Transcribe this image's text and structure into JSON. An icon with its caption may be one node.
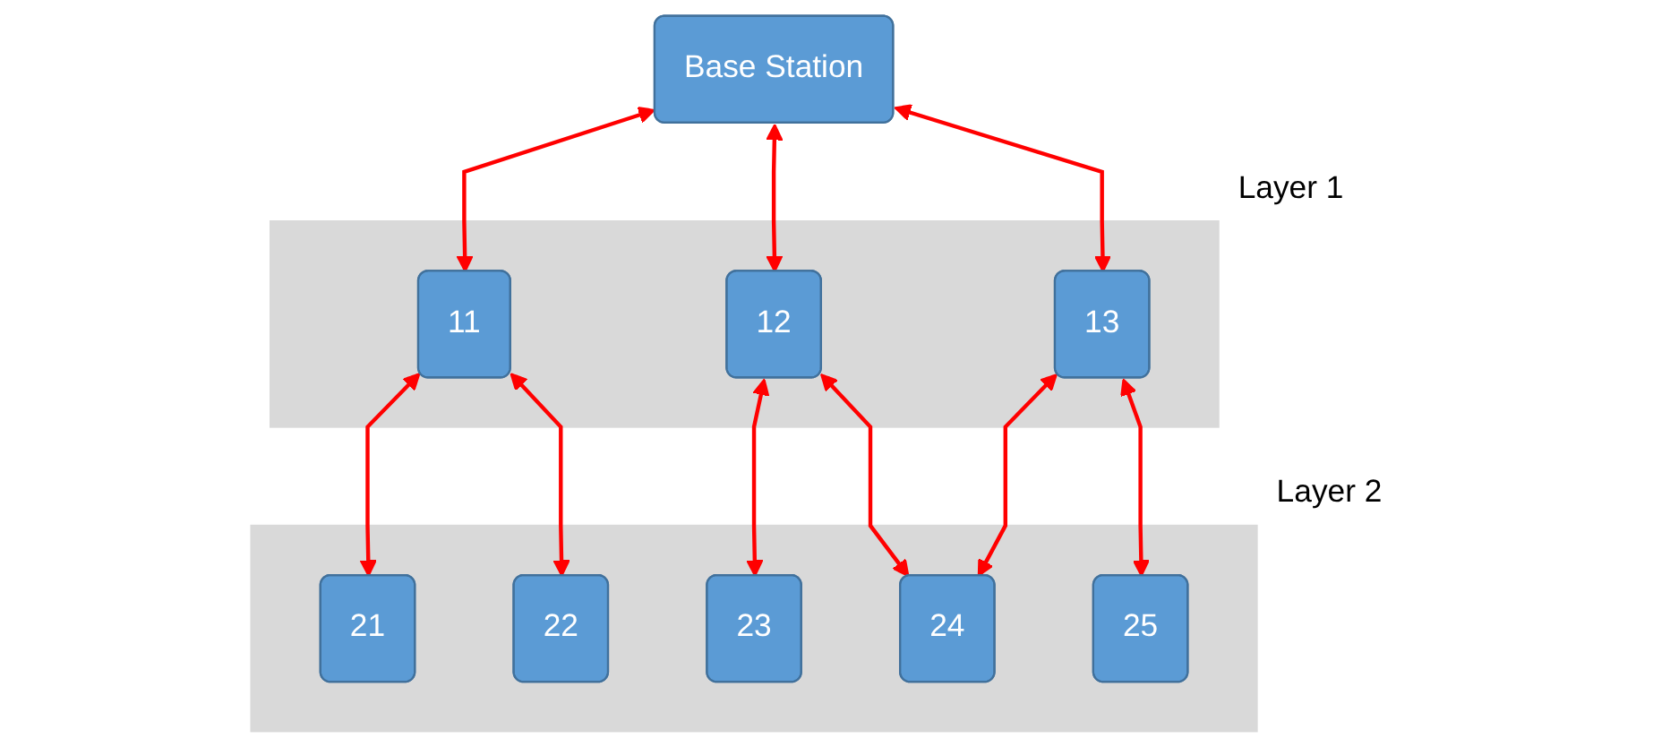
{
  "diagram": {
    "nodes": [
      {
        "text": [
          "Base Station"
        ]
      },
      {
        "text": [
          "Layer 1"
        ]
      },
      {
        "text": [
          "11"
        ],
        "in": 1
      },
      {
        "text": [
          "12"
        ],
        "in": 1
      },
      {
        "text": [
          "13"
        ],
        "in": 1
      },
      {
        "text": [
          "Layer 2"
        ]
      },
      {
        "text": [
          "21"
        ],
        "in": 5
      },
      {
        "text": [
          "22"
        ],
        "in": 5
      },
      {
        "text": [
          "23"
        ],
        "in": 5
      },
      {
        "text": [
          "24"
        ],
        "in": 5
      },
      {
        "text": [
          "25"
        ],
        "in": 5
      }
    ],
    "edges": [
      {
        "from": 0,
        "to": 2,
        "arrow": "both"
      },
      {
        "from": 0,
        "to": 3,
        "arrow": "both"
      },
      {
        "from": 0,
        "to": 4,
        "arrow": "both"
      },
      {
        "from": 2,
        "to": 6,
        "arrow": "both"
      },
      {
        "from": 2,
        "to": 7,
        "arrow": "both"
      },
      {
        "from": 3,
        "to": 8,
        "arrow": "both"
      },
      {
        "from": 3,
        "to": 9,
        "arrow": "both"
      },
      {
        "from": 4,
        "to": 9,
        "arrow": "both"
      },
      {
        "from": 4,
        "to": 10,
        "arrow": "both"
      }
    ]
  }
}
